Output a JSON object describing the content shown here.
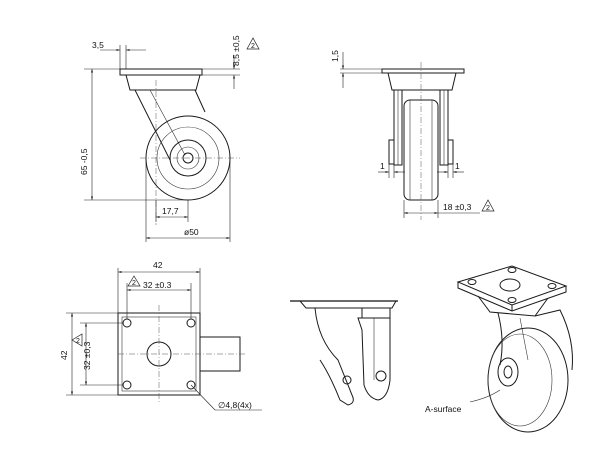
{
  "side_view": {
    "dim_top_offset": "3,5",
    "dim_plate": "8,5 ±0,5",
    "dim_plate_rev": "2",
    "dim_height": "65 -0,5",
    "dim_offset": "17,7",
    "dim_wheel": "ø50"
  },
  "front_view": {
    "dim_top": "1,5",
    "dim_left": "1",
    "dim_right": "1",
    "dim_width": "18 ±0,3",
    "dim_width_rev": "2"
  },
  "plate_view": {
    "dim_overall_w": "42",
    "dim_holes_w": "32 ±0.3",
    "dim_holes_w_rev": "2",
    "dim_overall_h": "42",
    "dim_holes_h": "32 ±0,3",
    "dim_holes_h_rev": "2",
    "dim_hole": "∅4,8(4x)"
  },
  "iso_view": {
    "label_surface": "A-surface"
  }
}
